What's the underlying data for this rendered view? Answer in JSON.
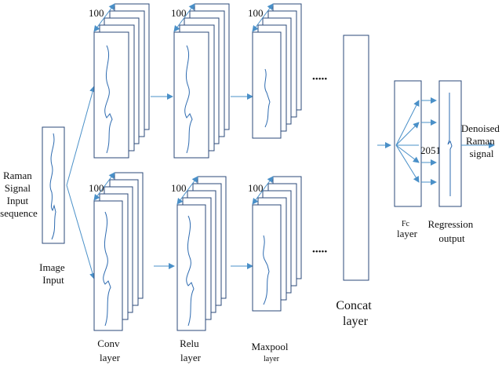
{
  "labels": {
    "input_seq": [
      "Raman",
      "Signal",
      "Input",
      "sequence"
    ],
    "image_input": [
      "Image",
      "Input"
    ],
    "conv": [
      "Conv",
      "layer"
    ],
    "relu": [
      "Relu",
      "layer"
    ],
    "maxpool": [
      "Maxpool",
      "layer"
    ],
    "concat": [
      "Concat",
      "layer"
    ],
    "fc": [
      "Fc",
      "layer"
    ],
    "regression": [
      "Regression",
      "output"
    ],
    "denoised": [
      "Denoised",
      "Raman",
      "signal"
    ],
    "depth_top_conv": "100",
    "depth_top_relu": "100",
    "depth_top_pool": "100",
    "depth_bot_conv": "100",
    "depth_bot_relu": "100",
    "depth_bot_pool": "100",
    "fc_size": "2051",
    "ellipsis_top": "•••••",
    "ellipsis_bot": "•••••"
  },
  "colors": {
    "frame": "#2b4a7a",
    "arrow": "#4a90c8",
    "signal": "#2e6bb0"
  }
}
